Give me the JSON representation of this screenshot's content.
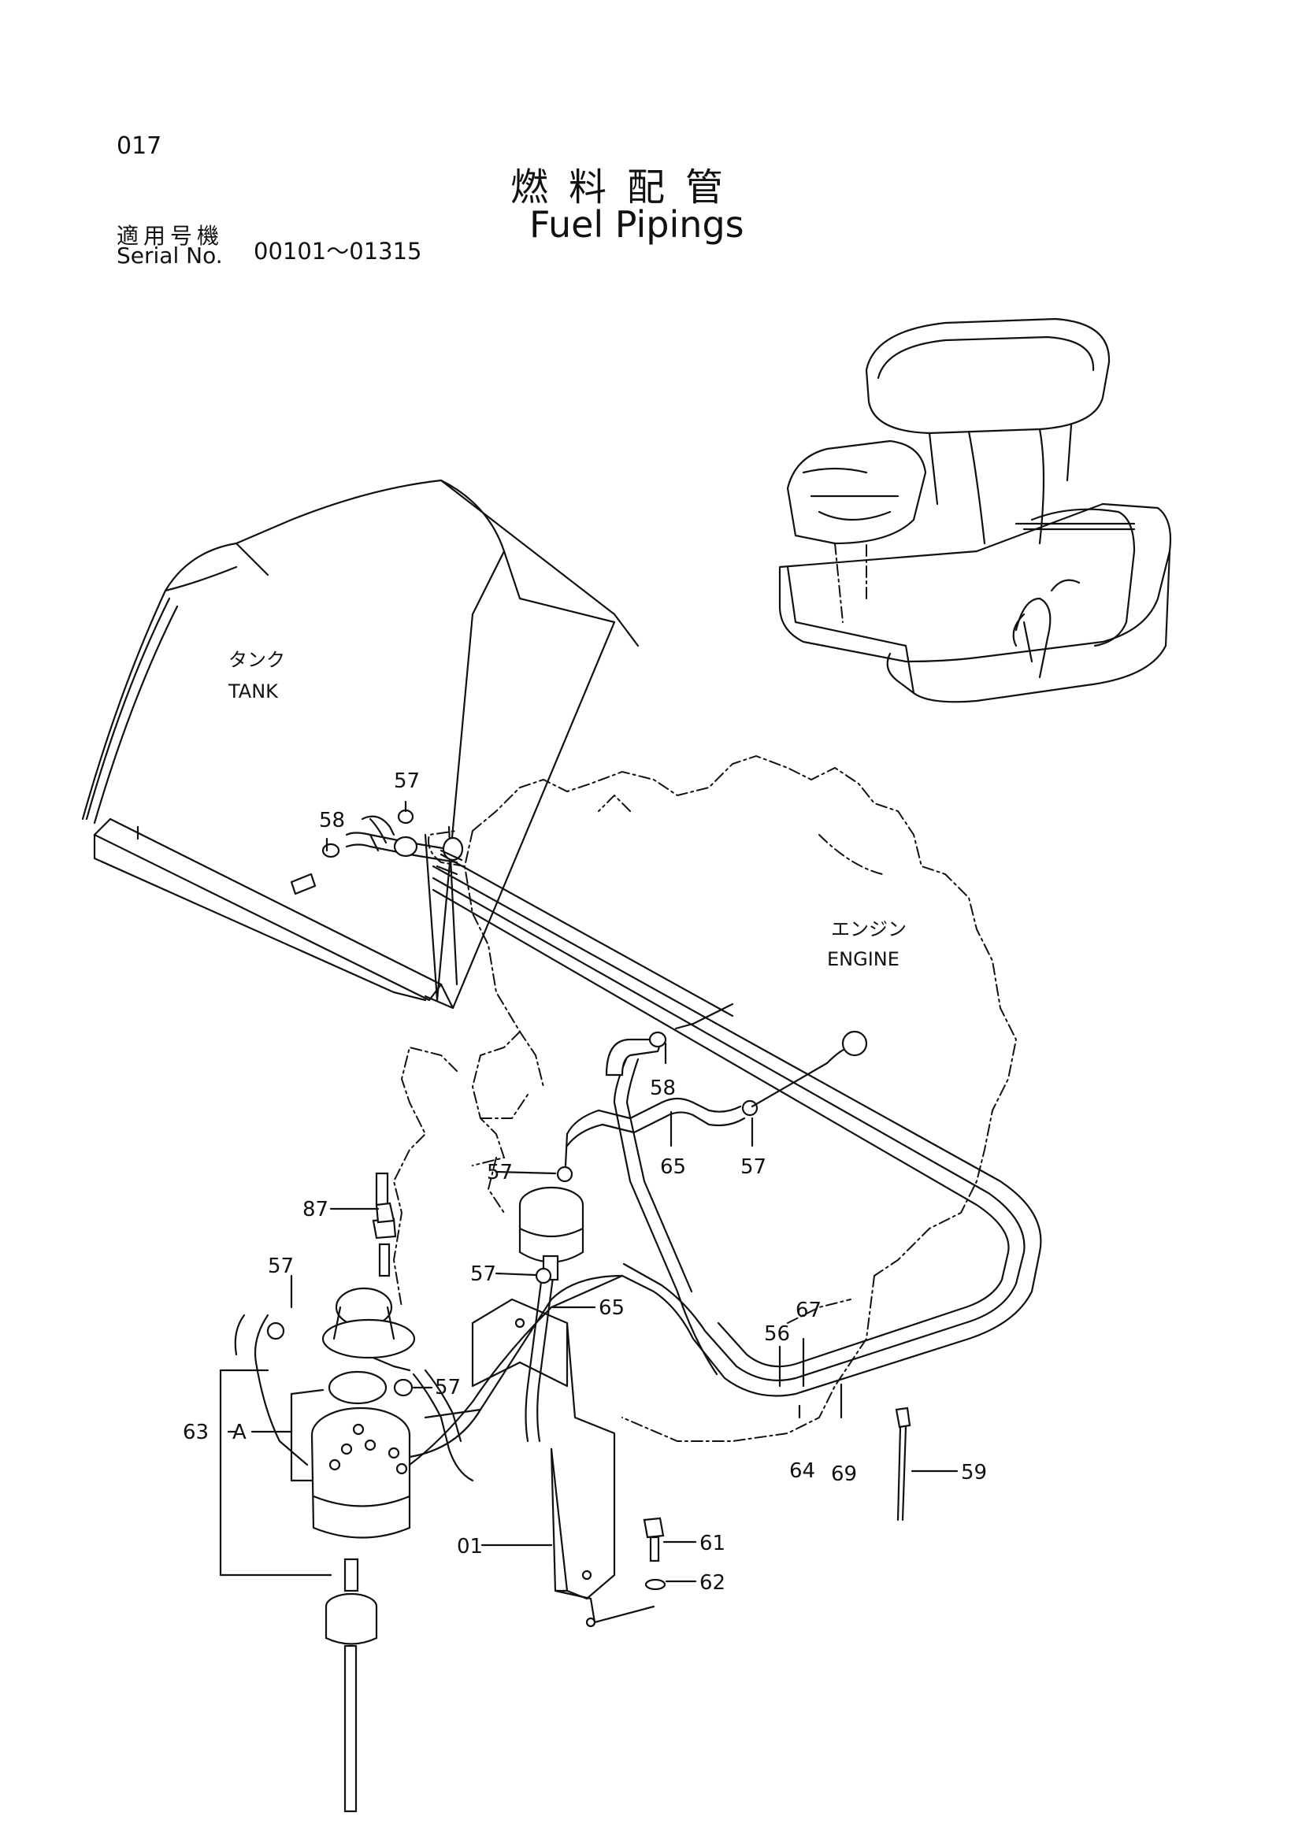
{
  "header": {
    "page_number": "017",
    "title_jp": "燃料配管",
    "title_en": "Fuel Pipings",
    "serial_label_jp": "適用号機",
    "serial_label_en": "Serial No.",
    "serial_range": "00101～01315"
  },
  "diagram": {
    "labels": {
      "tank_jp": "タンク",
      "tank_en": "TANK",
      "engine_jp": "エンジン",
      "engine_en": "ENGINE"
    },
    "callouts": {
      "c57a": "57",
      "c58a": "58",
      "c58b": "58",
      "c57b": "57",
      "c65a": "65",
      "c57c": "57",
      "c87": "87",
      "c57d": "57",
      "c57e": "57",
      "c65b": "65",
      "c57f": "57",
      "c56": "56",
      "c67": "67",
      "c63": "63",
      "cA": "A",
      "c64": "64",
      "c69": "69",
      "c59": "59",
      "c01": "01",
      "c61": "61",
      "c62": "62"
    }
  }
}
